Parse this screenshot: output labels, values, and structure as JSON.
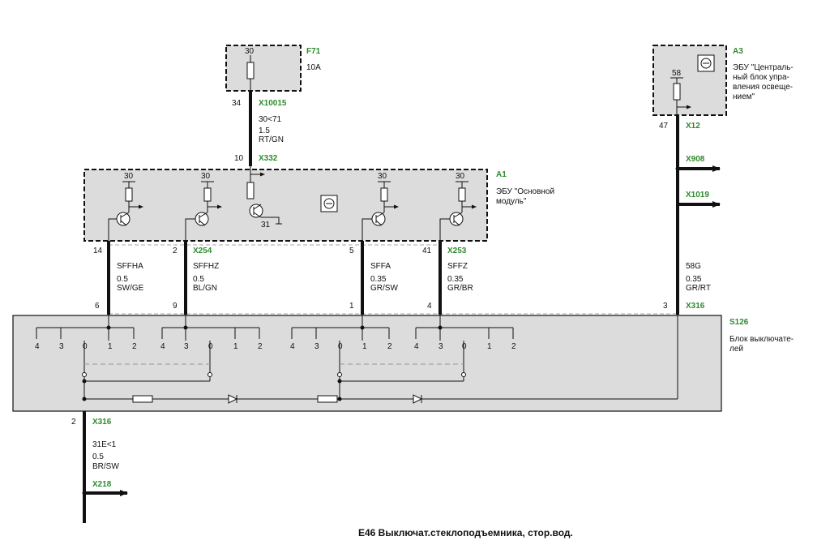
{
  "fuse": {
    "id": "F71",
    "terminal": "30",
    "rating": "10A",
    "pin": "34",
    "connector": "X10015"
  },
  "wire_supply": {
    "circuit": "30<71",
    "size": "1.5",
    "color": "RT/GN"
  },
  "main_module": {
    "id": "A1",
    "name_line1": "ЭБУ \"Основной",
    "name_line2": "модуль\"",
    "input_pin": "10",
    "input_connector": "X332",
    "supply_labels": [
      "30",
      "30",
      "30",
      "30"
    ],
    "ground_label": "31"
  },
  "light_module": {
    "id": "A3",
    "terminal": "58",
    "pin": "47",
    "connector": "X12",
    "name_lines": [
      "ЭБУ \"Централь-",
      "ный блок упра-",
      "вления освеще-",
      "нием\""
    ]
  },
  "outputs": {
    "x908": "X908",
    "x1019": "X1019"
  },
  "wires": [
    {
      "pin_top": "14",
      "connector_top": "",
      "name": "SFFHA",
      "size": "0.5",
      "color": "SW/GE",
      "pin_bottom": "6"
    },
    {
      "pin_top": "2",
      "connector_top": "X254",
      "name": "SFFHZ",
      "size": "0.5",
      "color": "BL/GN",
      "pin_bottom": "9"
    },
    {
      "pin_top": "5",
      "connector_top": "",
      "name": "SFFA",
      "size": "0.35",
      "color": "GR/SW",
      "pin_bottom": "1"
    },
    {
      "pin_top": "41",
      "connector_top": "X253",
      "name": "SFFZ",
      "size": "0.35",
      "color": "GR/BR",
      "pin_bottom": "4"
    }
  ],
  "wire_light": {
    "name": "58G",
    "size": "0.35",
    "color": "GR/RT",
    "pin_bottom": "3",
    "connector_bottom": "X316"
  },
  "switch_block": {
    "id": "S126",
    "name_line1": "Блок выключате-",
    "name_line2": "лей",
    "positions": [
      "4",
      "3",
      "0",
      "1",
      "2"
    ]
  },
  "ground_wire": {
    "pin": "2",
    "connector": "X316",
    "circuit": "31E<1",
    "size": "0.5",
    "color": "BR/SW",
    "out_connector": "X218"
  },
  "title": "E46 Выключат.стеклоподъемника, стор.вод."
}
